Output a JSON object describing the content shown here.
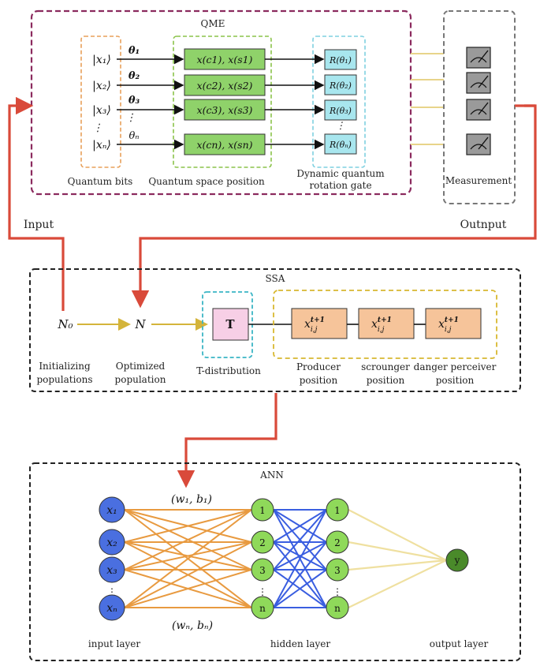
{
  "qme": {
    "title": "QME",
    "qubits": [
      "|x₁⟩",
      "|x₂⟩",
      "|x₃⟩",
      "⋮",
      "|xₙ⟩"
    ],
    "thetas": [
      "θ₁",
      "θ₂",
      "θ₃",
      "⋮",
      "θₙ"
    ],
    "positions": [
      "x(c1), x(s1)",
      "x(c2), x(s2)",
      "x(c3), x(s3)",
      "x(cn), x(sn)"
    ],
    "gates": [
      "R(θ₁)",
      "R(θ₂)",
      "R(θ₃)",
      "⋮",
      "R(θₙ)"
    ],
    "label_bits": "Quantum bits",
    "label_position": "Quantum space position",
    "label_gate_line1": "Dynamic quantum",
    "label_gate_line2": "rotation gate"
  },
  "measurement": {
    "label": "Measurement",
    "icon": "meter-icon"
  },
  "flow": {
    "input": "Input",
    "output": "Outnput"
  },
  "ssa": {
    "title": "SSA",
    "n0": "N₀",
    "n": "N",
    "t_box": "T",
    "x_box": "x",
    "x_sup": "t+1",
    "x_sub": "i,j",
    "label_init_line1": "Initializing",
    "label_init_line2": "populations",
    "label_opt_line1": "Optimized",
    "label_opt_line2": "population",
    "label_t": "T-distribution",
    "label_producer_line1": "Producer",
    "label_producer_line2": "position",
    "label_scrounger_line1": "scrounger",
    "label_scrounger_line2": "position",
    "label_danger_line1": "danger perceiver",
    "label_danger_line2": "position"
  },
  "ann": {
    "title": "ANN",
    "inputs": [
      "x₁",
      "x₂",
      "x₃",
      "⋮",
      "xₙ"
    ],
    "hidden1": [
      "1",
      "2",
      "3",
      "⋮",
      "n"
    ],
    "hidden2": [
      "1",
      "2",
      "3",
      "⋮",
      "n"
    ],
    "output": "y",
    "weights_top": "(w₁, b₁)",
    "weights_bottom": "(wₙ, bₙ)",
    "label_input": "input layer",
    "label_hidden": "hidden layer",
    "label_output": "output layer"
  },
  "colors": {
    "qme_border": "#8b2a5e",
    "gray_border": "#777777",
    "dark_border": "#222222",
    "orange_dash": "#e8a05a",
    "green_dash": "#8bc34a",
    "cyan_dash": "#7fd0e0",
    "green_fill": "#8fd26a",
    "cyan_fill": "#a8e6ee",
    "pink_fill": "#f7cfe6",
    "peach_fill": "#f6c49a",
    "yellow_dash": "#d8b830",
    "teal_dash": "#3ab5c5",
    "red_arrow": "#d94a3a",
    "yellow_arrow": "#d4b43a",
    "input_node": "#4a6fe0",
    "hidden_node": "#8fd95a",
    "output_node": "#4a8a2a",
    "orange_edge": "#e89a40",
    "blue_edge": "#3a5ee0",
    "pale_edge": "#efe0a0"
  }
}
